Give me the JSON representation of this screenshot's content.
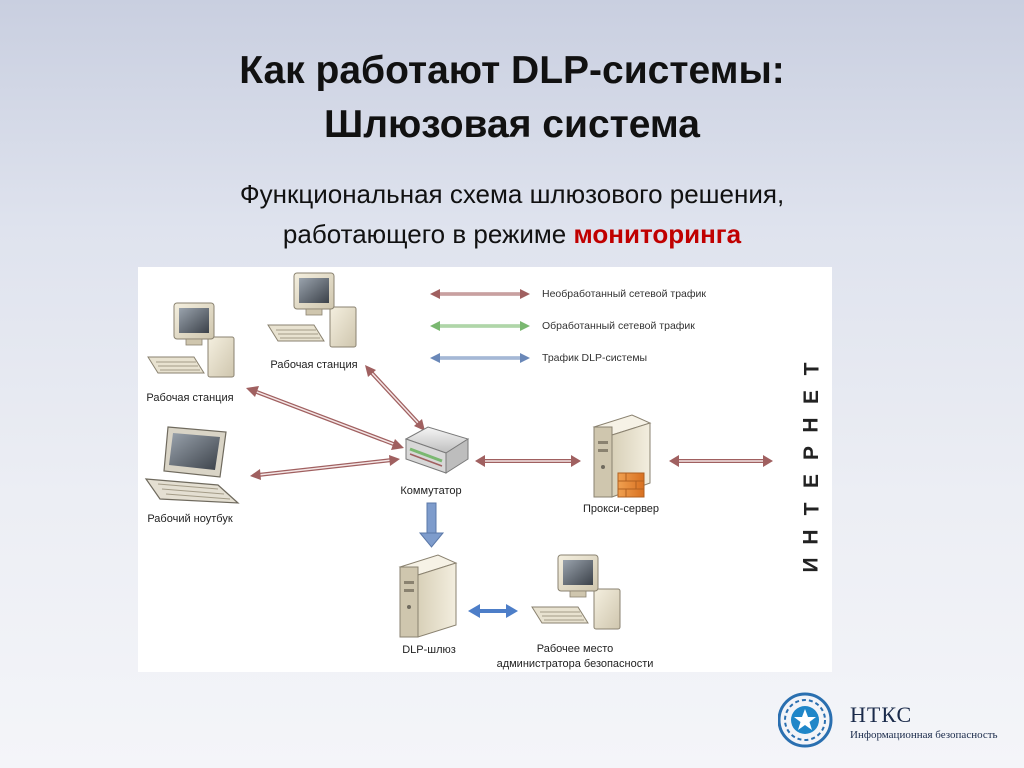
{
  "slide": {
    "title_line1": "Как работают DLP-системы:",
    "title_line2": "Шлюзовая система",
    "subtitle_line1": "Функциональная схема шлюзового решения,",
    "subtitle_line2_prefix": "работающего в режиме ",
    "subtitle_highlight": "мониторинга",
    "highlight_color": "#c00000"
  },
  "legend": [
    {
      "label": "Необработанный сетевой трафик",
      "color": "#a06060"
    },
    {
      "label": "Обработанный сетевой трафик",
      "color": "#7ab870"
    },
    {
      "label": "Трафик DLP-системы",
      "color": "#6a88b8"
    }
  ],
  "nodes": {
    "workstation_top": "Рабочая станция",
    "workstation_left": "Рабочая станция",
    "laptop": "Рабочий ноутбук",
    "switch": "Коммутатор",
    "proxy": "Прокси-сервер",
    "dlp_gateway": "DLP-шлюз",
    "admin_line1": "Рабочее место",
    "admin_line2": "администратора безопасности"
  },
  "internet_letters": [
    "И",
    "Н",
    "Т",
    "Е",
    "Р",
    "Н",
    "Е",
    "Т"
  ],
  "logo": {
    "name": "НТКС",
    "tagline": "Информационная безопасность"
  }
}
